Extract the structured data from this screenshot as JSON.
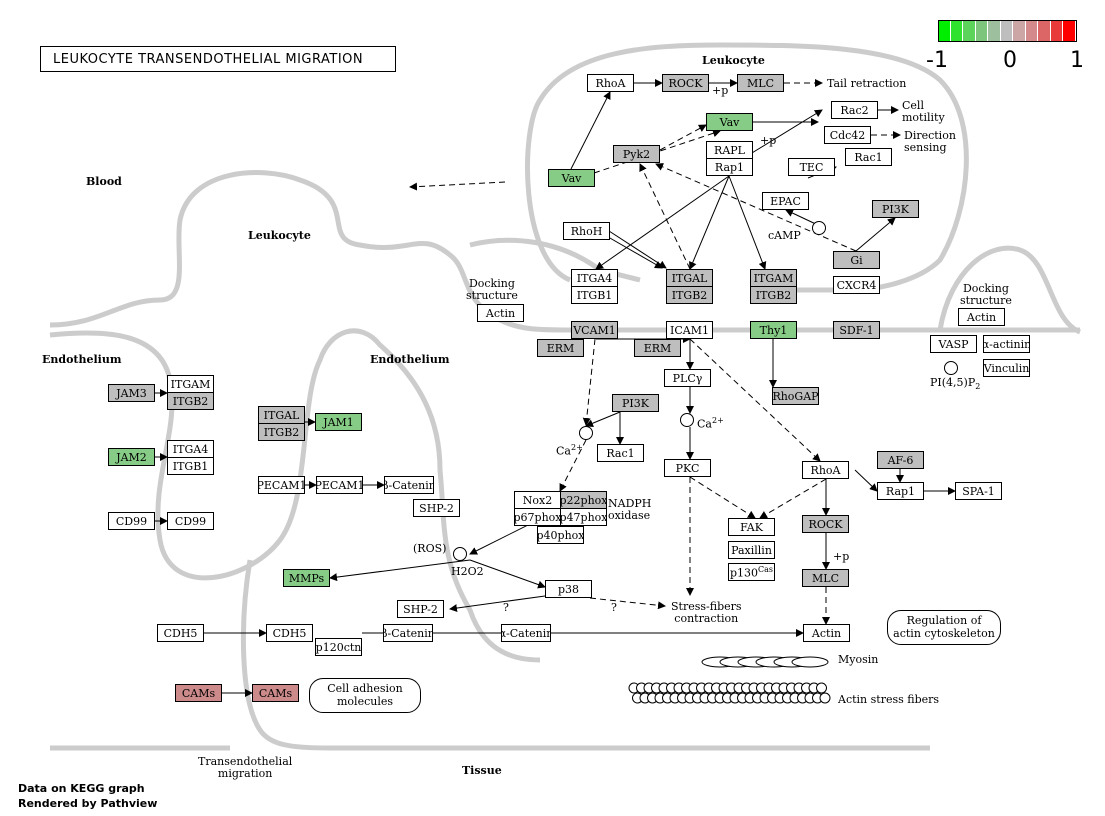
{
  "title": "LEUKOCYTE TRANSENDOTHELIAL MIGRATION",
  "legend": {
    "colors": [
      "#00ee00",
      "#2ee22e",
      "#5cd45c",
      "#7dc47d",
      "#9dbf9d",
      "#bebebe",
      "#cca5a5",
      "#d48a8a",
      "#dc6666",
      "#e83a3a",
      "#ff0000"
    ],
    "labels": [
      "-1",
      "0",
      "1"
    ]
  },
  "footer": {
    "line1": "Data on KEGG graph",
    "line2": "Rendered by Pathview"
  },
  "colors": {
    "gray": "#bebebe",
    "white": "#ffffff",
    "green": "#86cc86",
    "green_light": "#a2d2a2",
    "red": "#cc8a8a",
    "membrane": "#cccccc"
  },
  "regions": {
    "blood": "Blood",
    "leukocyte_top": "Leukocyte",
    "leukocyte_mid": "Leukocyte",
    "endothelium_left": "Endothelium",
    "endothelium_mid": "Endothelium",
    "tissue": "Tissue"
  },
  "genes": [
    {
      "id": "RhoA_top",
      "label": "RhoA",
      "fill": "white"
    },
    {
      "id": "ROCK_top",
      "label": "ROCK",
      "fill": "gray"
    },
    {
      "id": "MLC_top",
      "label": "MLC",
      "fill": "gray"
    },
    {
      "id": "Vav_top",
      "label": "Vav",
      "fill": "green"
    },
    {
      "id": "Rac2",
      "label": "Rac2",
      "fill": "white"
    },
    {
      "id": "Cdc42",
      "label": "Cdc42",
      "fill": "white"
    },
    {
      "id": "Rac1_top",
      "label": "Rac1",
      "fill": "white"
    },
    {
      "id": "Pyk2",
      "label": "Pyk2",
      "fill": "gray"
    },
    {
      "id": "RAPL",
      "label": "RAPL",
      "fill": "white"
    },
    {
      "id": "Rap1_top",
      "label": "Rap1",
      "fill": "white"
    },
    {
      "id": "TEC",
      "label": "TEC",
      "fill": "white"
    },
    {
      "id": "Vav_left",
      "label": "Vav",
      "fill": "green"
    },
    {
      "id": "EPAC",
      "label": "EPAC",
      "fill": "white"
    },
    {
      "id": "PI3K_top",
      "label": "PI3K",
      "fill": "gray"
    },
    {
      "id": "RhoH",
      "label": "RhoH",
      "fill": "white"
    },
    {
      "id": "Gi",
      "label": "Gi",
      "fill": "gray"
    },
    {
      "id": "ITGA4_a",
      "label": "ITGA4",
      "fill": "white"
    },
    {
      "id": "ITGB1_a",
      "label": "ITGB1",
      "fill": "white"
    },
    {
      "id": "ITGAL_a",
      "label": "ITGAL",
      "fill": "gray"
    },
    {
      "id": "ITGB2_a",
      "label": "ITGB2",
      "fill": "gray"
    },
    {
      "id": "ITGAM_a",
      "label": "ITGAM",
      "fill": "gray"
    },
    {
      "id": "ITGB2_b",
      "label": "ITGB2",
      "fill": "gray"
    },
    {
      "id": "CXCR4",
      "label": "CXCR4",
      "fill": "white"
    },
    {
      "id": "Actin_dock",
      "label": "Actin",
      "fill": "white"
    },
    {
      "id": "VCAM1",
      "label": "VCAM1",
      "fill": "gray"
    },
    {
      "id": "ICAM1",
      "label": "ICAM1",
      "fill": "white"
    },
    {
      "id": "Thy1",
      "label": "Thy1",
      "fill": "green"
    },
    {
      "id": "SDF1",
      "label": "SDF-1",
      "fill": "gray"
    },
    {
      "id": "ERM_a",
      "label": "ERM",
      "fill": "gray"
    },
    {
      "id": "ERM_b",
      "label": "ERM",
      "fill": "gray"
    },
    {
      "id": "PLCg",
      "label": "PLCγ",
      "fill": "white"
    },
    {
      "id": "PI3K_mid",
      "label": "PI3K",
      "fill": "gray"
    },
    {
      "id": "RhoGAP",
      "label": "RhoGAP",
      "fill": "gray"
    },
    {
      "id": "Actin_r",
      "label": "Actin",
      "fill": "white"
    },
    {
      "id": "VASP",
      "label": "VASP",
      "fill": "white"
    },
    {
      "id": "a_actinin",
      "label": "α-actinin",
      "fill": "white"
    },
    {
      "id": "Vinculin",
      "label": "Vinculin",
      "fill": "white"
    },
    {
      "id": "JAM3",
      "label": "JAM3",
      "fill": "gray"
    },
    {
      "id": "ITGAM_l",
      "label": "ITGAM",
      "fill": "white"
    },
    {
      "id": "ITGB2_l",
      "label": "ITGB2",
      "fill": "gray"
    },
    {
      "id": "JAM2",
      "label": "JAM2",
      "fill": "green"
    },
    {
      "id": "ITGA4_l",
      "label": "ITGA4",
      "fill": "white"
    },
    {
      "id": "ITGB1_l",
      "label": "ITGB1",
      "fill": "white"
    },
    {
      "id": "CD99_a",
      "label": "CD99",
      "fill": "white"
    },
    {
      "id": "CD99_b",
      "label": "CD99",
      "fill": "white"
    },
    {
      "id": "ITGAL_m",
      "label": "ITGAL",
      "fill": "gray"
    },
    {
      "id": "ITGB2_m",
      "label": "ITGB2",
      "fill": "gray"
    },
    {
      "id": "JAM1",
      "label": "JAM1",
      "fill": "green"
    },
    {
      "id": "PECAM1_a",
      "label": "PECAM1",
      "fill": "white"
    },
    {
      "id": "PECAM1_b",
      "label": "PECAM1",
      "fill": "white"
    },
    {
      "id": "bCatenin_a",
      "label": "β-Catenin",
      "fill": "white"
    },
    {
      "id": "Rac1_mid",
      "label": "Rac1",
      "fill": "white"
    },
    {
      "id": "PKC",
      "label": "PKC",
      "fill": "white"
    },
    {
      "id": "RhoA_mid",
      "label": "RhoA",
      "fill": "white"
    },
    {
      "id": "AF6",
      "label": "AF-6",
      "fill": "gray"
    },
    {
      "id": "Rap1_r",
      "label": "Rap1",
      "fill": "white"
    },
    {
      "id": "SPA1",
      "label": "SPA-1",
      "fill": "white"
    },
    {
      "id": "SHP2_a",
      "label": "SHP-2",
      "fill": "white"
    },
    {
      "id": "Nox2",
      "label": "Nox2",
      "fill": "white"
    },
    {
      "id": "p22phox",
      "label": "p22phox",
      "fill": "gray"
    },
    {
      "id": "p67phox",
      "label": "p67phox",
      "fill": "white"
    },
    {
      "id": "p47phox",
      "label": "p47phox",
      "fill": "white"
    },
    {
      "id": "p40phox",
      "label": "p40phox",
      "fill": "white"
    },
    {
      "id": "FAK",
      "label": "FAK",
      "fill": "white"
    },
    {
      "id": "Paxillin",
      "label": "Paxillin",
      "fill": "white"
    },
    {
      "id": "p130Cas",
      "label": "p130",
      "fill": "white"
    },
    {
      "id": "ROCK_mid",
      "label": "ROCK",
      "fill": "gray"
    },
    {
      "id": "MMPs",
      "label": "MMPs",
      "fill": "green"
    },
    {
      "id": "p38",
      "label": "p38",
      "fill": "white"
    },
    {
      "id": "SHP2_b",
      "label": "SHP-2",
      "fill": "white"
    },
    {
      "id": "MLC_mid",
      "label": "MLC",
      "fill": "gray"
    },
    {
      "id": "CDH5_a",
      "label": "CDH5",
      "fill": "white"
    },
    {
      "id": "CDH5_b",
      "label": "CDH5",
      "fill": "white"
    },
    {
      "id": "p120ctn",
      "label": "p120ctn",
      "fill": "white"
    },
    {
      "id": "bCatenin_b",
      "label": "β-Catenin",
      "fill": "white"
    },
    {
      "id": "aCatenin",
      "label": "α-Catenin",
      "fill": "white"
    },
    {
      "id": "Actin_bottom",
      "label": "Actin",
      "fill": "white"
    },
    {
      "id": "CAMs_a",
      "label": "CAMs",
      "fill": "red"
    },
    {
      "id": "CAMs_b",
      "label": "CAMs",
      "fill": "red"
    }
  ],
  "labels": {
    "tail_retraction": "Tail retraction",
    "cell_motility": "Cell\nmotility",
    "direction_sensing": "Direction\nsensing",
    "plus_p_1": "+p",
    "plus_p_2": "+p",
    "plus_p_3": "+p",
    "camp": "cAMP",
    "docking_left": "Docking\nstructure",
    "docking_right": "Docking\nstructure",
    "pip2": "PI(4,5)P",
    "pip2_sub": "2",
    "ca_a": "Ca",
    "ca_a_sup": "2+",
    "ca_b": "Ca",
    "ca_b_sup": "2+",
    "nadph": "NADPH\noxidase",
    "ros": "(ROS)",
    "h2o2": "H2O2",
    "cas_sup": "Cas",
    "q1": "?",
    "q2": "?",
    "stress_fibers": "Stress-fibers\ncontraction",
    "regulation": "Regulation of\nactin cytoskeleton",
    "myosin": "Myosin",
    "actin_stress": "Actin stress fibers",
    "cell_adhesion": "Cell adhesion\nmolecules",
    "transendothelial": "Transendothelial\nmigration"
  }
}
